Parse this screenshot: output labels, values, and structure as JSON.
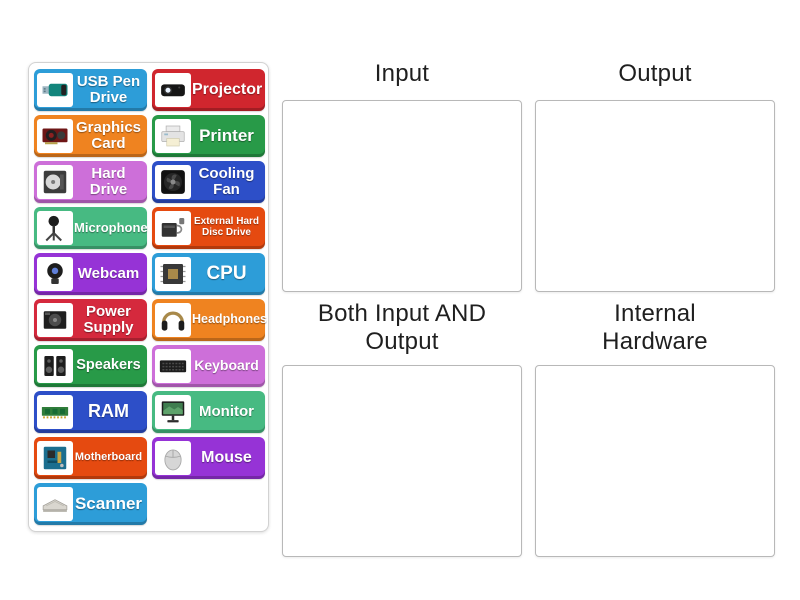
{
  "palette": {
    "columns": {
      "left": [
        {
          "id": "usb-pen-drive",
          "label": "USB Pen Drive",
          "color": "#2d9dd8",
          "icon": "usb-pen-drive-icon"
        },
        {
          "id": "graphics-card",
          "label": "Graphics Card",
          "color": "#ef8320",
          "icon": "graphics-card-icon"
        },
        {
          "id": "hard-drive",
          "label": "Hard Drive",
          "color": "#cd6fd9",
          "icon": "hard-drive-icon"
        },
        {
          "id": "microphone",
          "label": "Microphone",
          "color": "#47ba82",
          "icon": "microphone-icon"
        },
        {
          "id": "webcam",
          "label": "Webcam",
          "color": "#9633d6",
          "icon": "webcam-icon"
        },
        {
          "id": "power-supply",
          "label": "Power Supply",
          "color": "#d5293d",
          "icon": "power-supply-icon"
        },
        {
          "id": "speakers",
          "label": "Speakers",
          "color": "#289a48",
          "icon": "speakers-icon"
        },
        {
          "id": "ram",
          "label": "RAM",
          "color": "#2d4fc8",
          "icon": "ram-icon"
        },
        {
          "id": "motherboard",
          "label": "Motherboard",
          "color": "#e54a10",
          "icon": "motherboard-icon"
        },
        {
          "id": "scanner",
          "label": "Scanner",
          "color": "#2d9dd8",
          "icon": "scanner-icon"
        }
      ],
      "right": [
        {
          "id": "projector",
          "label": "Projector",
          "color": "#d0262e",
          "icon": "projector-icon"
        },
        {
          "id": "printer",
          "label": "Printer",
          "color": "#289a48",
          "icon": "printer-icon"
        },
        {
          "id": "cooling-fan",
          "label": "Cooling Fan",
          "color": "#2d4fc8",
          "icon": "cooling-fan-icon"
        },
        {
          "id": "external-hard-disc-drive",
          "label": "External Hard Disc Drive",
          "color": "#e54a10",
          "icon": "external-hard-disc-drive-icon"
        },
        {
          "id": "cpu",
          "label": "CPU",
          "color": "#2d9dd8",
          "icon": "cpu-icon"
        },
        {
          "id": "headphones",
          "label": "Headphones",
          "color": "#ef8320",
          "icon": "headphones-icon"
        },
        {
          "id": "keyboard",
          "label": "Keyboard",
          "color": "#cd6fd9",
          "icon": "keyboard-icon"
        },
        {
          "id": "monitor",
          "label": "Monitor",
          "color": "#47ba82",
          "icon": "monitor-icon"
        },
        {
          "id": "mouse",
          "label": "Mouse",
          "color": "#9633d6",
          "icon": "mouse-icon"
        }
      ]
    }
  },
  "categories": [
    {
      "id": "input",
      "label": "Input"
    },
    {
      "id": "output",
      "label": "Output"
    },
    {
      "id": "both-input-and-output",
      "label": "Both Input AND Output"
    },
    {
      "id": "internal-hardware",
      "label": "Internal Hardware"
    }
  ],
  "colors": {
    "page_background": "#ffffff",
    "panel_border": "#d2d2d2",
    "dropzone_border": "#b8b8b8",
    "header_text": "#1f1f1f",
    "tile_text": "#ffffff"
  }
}
